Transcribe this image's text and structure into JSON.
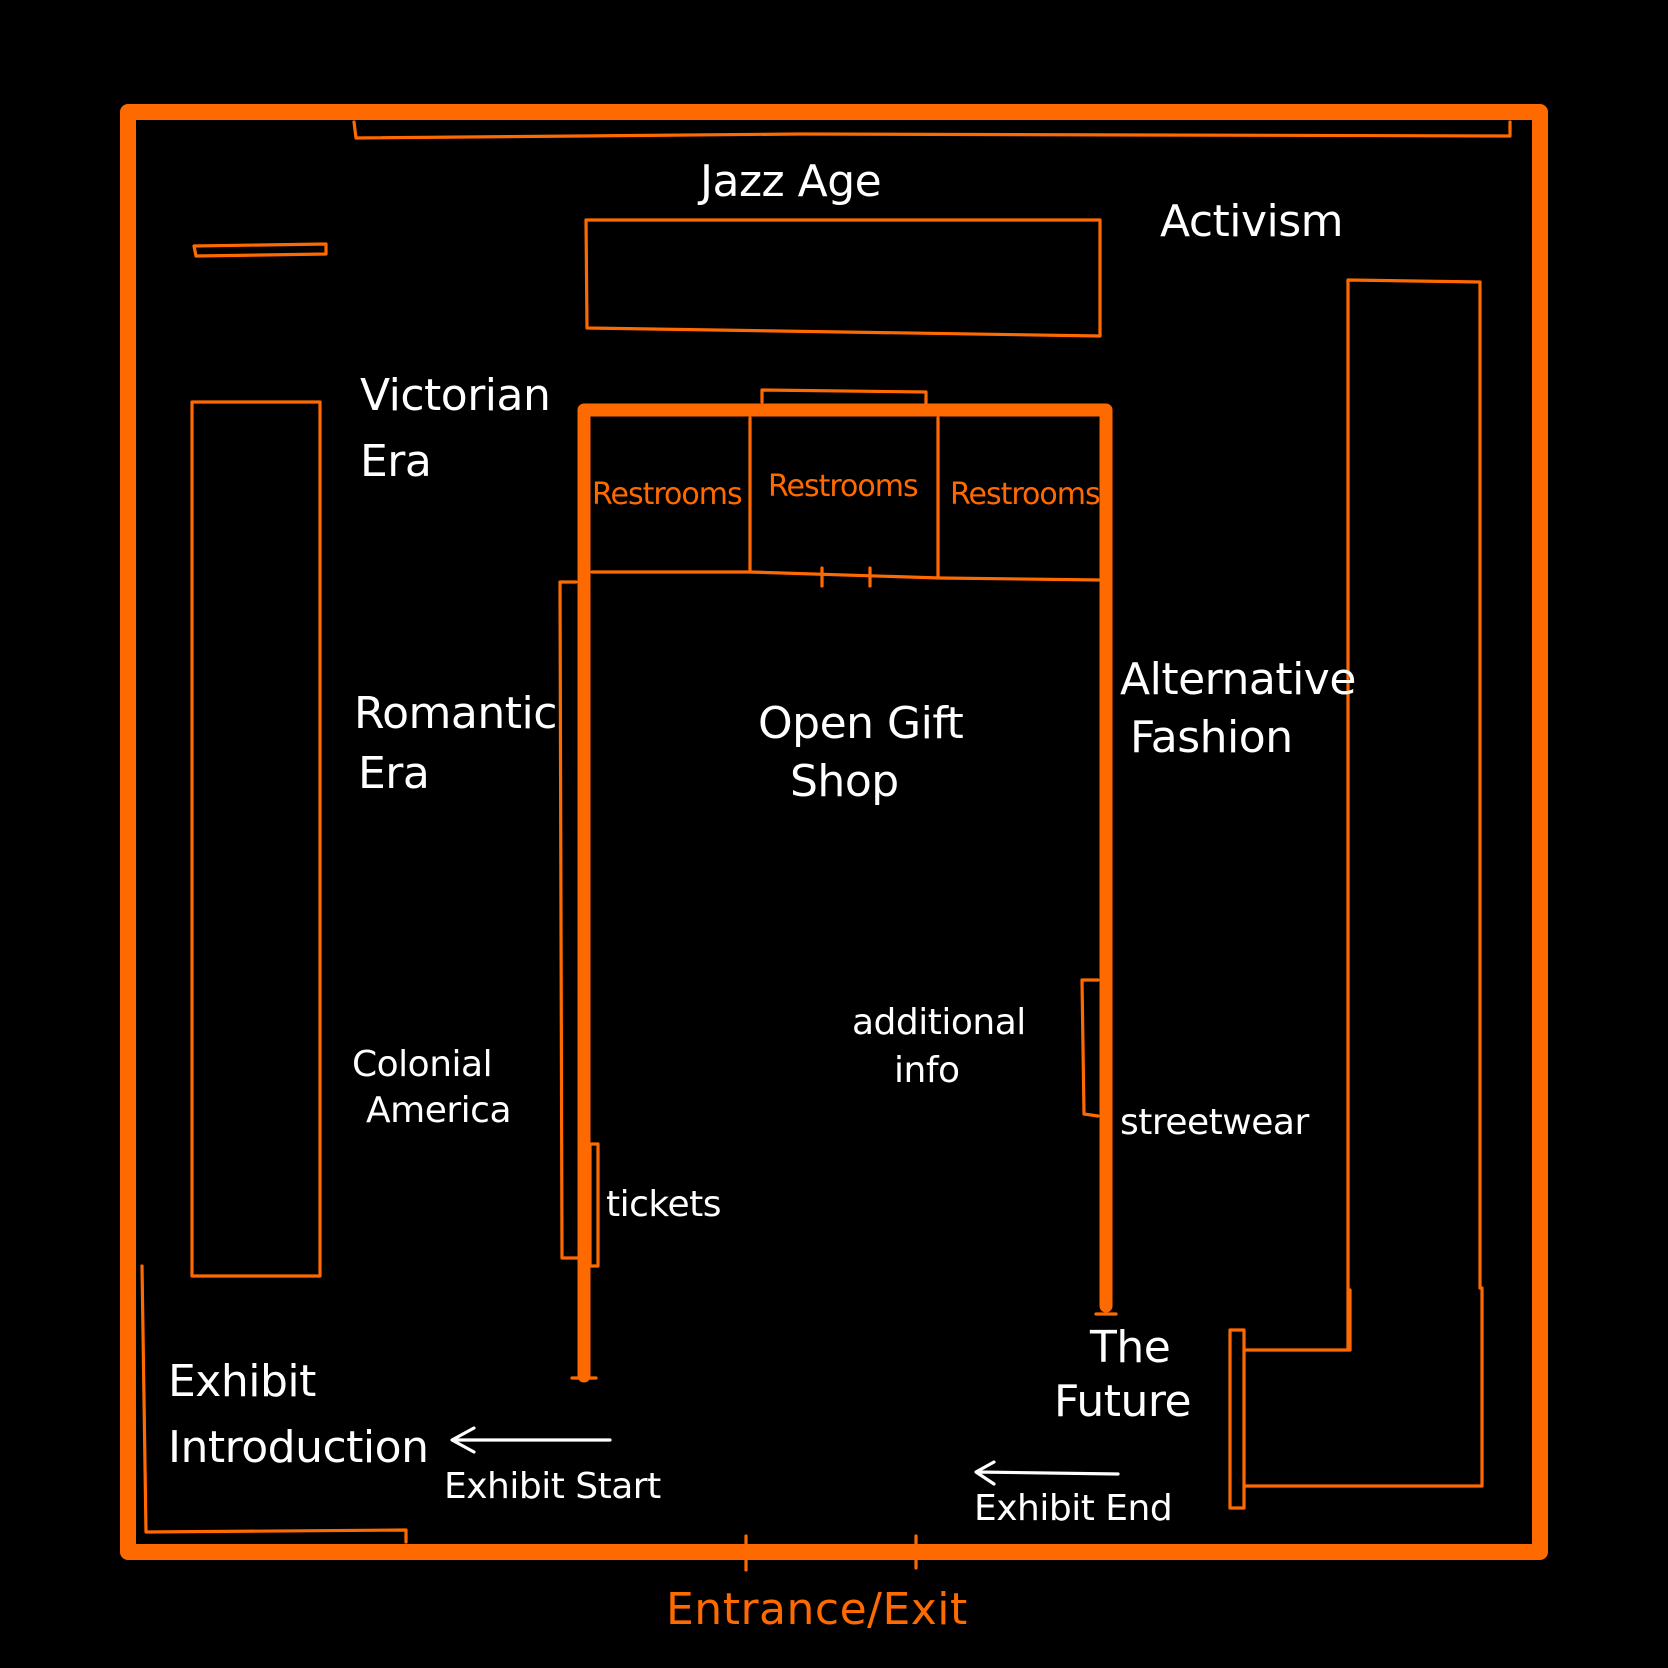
{
  "colors": {
    "background": "#000000",
    "accent": "#ff6a00",
    "text": "#ffffff"
  },
  "labels": {
    "jazz_age": "Jazz Age",
    "activism": "Activism",
    "victorian_era_line1": "Victorian",
    "victorian_era_line2": "Era",
    "romantic_era_line1": "Romantic",
    "romantic_era_line2": "Era",
    "colonial_america_line1": "Colonial",
    "colonial_america_line2": "America",
    "exhibit_introduction_line1": "Exhibit",
    "exhibit_introduction_line2": "Introduction",
    "exhibit_start": "Exhibit Start",
    "tickets": "tickets",
    "open_gift_shop_line1": "Open Gift",
    "open_gift_shop_line2": "Shop",
    "additional_info_line1": "additional",
    "additional_info_line2": "info",
    "alternative_fashion_line1": "Alternative",
    "alternative_fashion_line2": "Fashion",
    "streetwear": "streetwear",
    "the_future_line1": "The",
    "the_future_line2": "Future",
    "exhibit_end": "Exhibit End",
    "restrooms": [
      "Restrooms",
      "Restrooms",
      "Restrooms"
    ],
    "entrance_exit": "Entrance/Exit"
  }
}
